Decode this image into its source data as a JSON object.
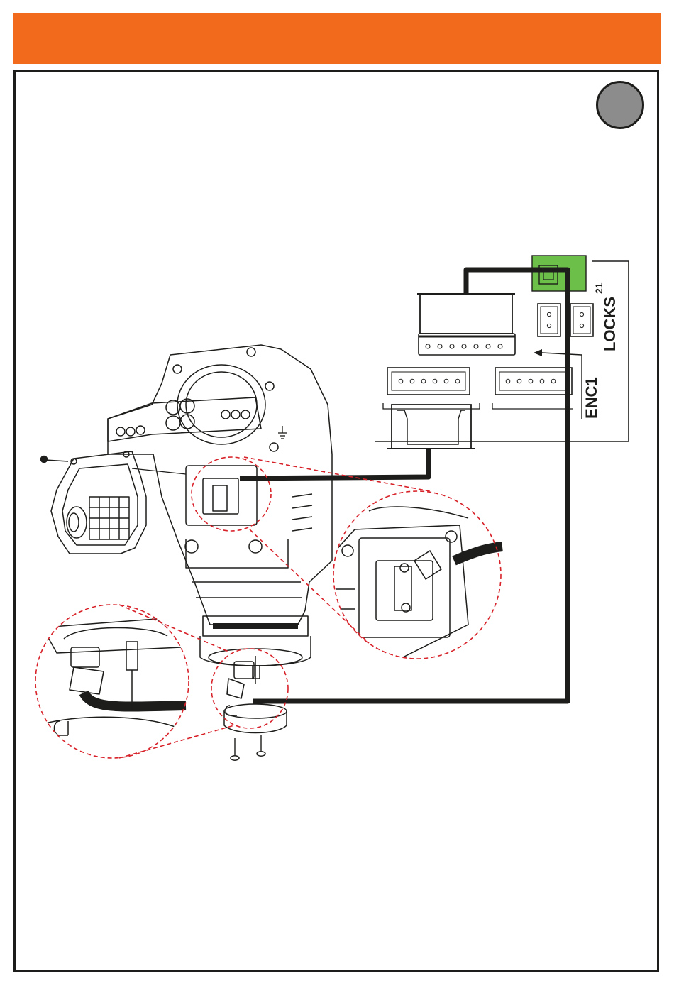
{
  "colors": {
    "header": "#f26b1d",
    "badge": "#8c8c8c",
    "line": "#1d1d1b",
    "dash": "#d8222a",
    "terminal": "#6cc04a"
  },
  "board": {
    "locks_label": "LOCKS",
    "enc1_label": "ENC1",
    "terminal_number": "21"
  },
  "icons": {
    "step": "step-circle-icon",
    "ground": "ground-icon",
    "arrow": "arrow-left-icon"
  }
}
